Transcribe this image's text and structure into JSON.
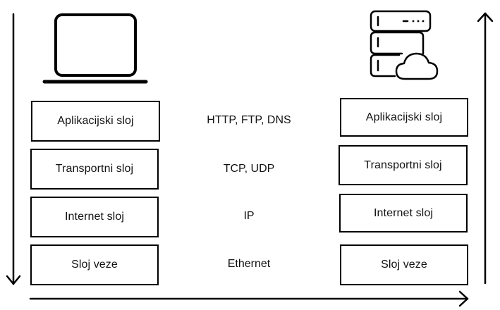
{
  "left_stack": {
    "layers": [
      {
        "label": "Aplikacijski sloj"
      },
      {
        "label": "Transportni sloj"
      },
      {
        "label": "Internet sloj"
      },
      {
        "label": "Sloj veze"
      }
    ]
  },
  "protocols": [
    {
      "label": "HTTP, FTP, DNS"
    },
    {
      "label": "TCP, UDP"
    },
    {
      "label": "IP"
    },
    {
      "label": "Ethernet"
    }
  ],
  "right_stack": {
    "layers": [
      {
        "label": "Aplikacijski sloj"
      },
      {
        "label": "Transportni sloj"
      },
      {
        "label": "Internet sloj"
      },
      {
        "label": "Sloj veze"
      }
    ]
  },
  "icons": {
    "client": "laptop-icon",
    "server": "server-cloud-icon"
  },
  "colors": {
    "stroke": "#000000",
    "background": "#ffffff"
  }
}
